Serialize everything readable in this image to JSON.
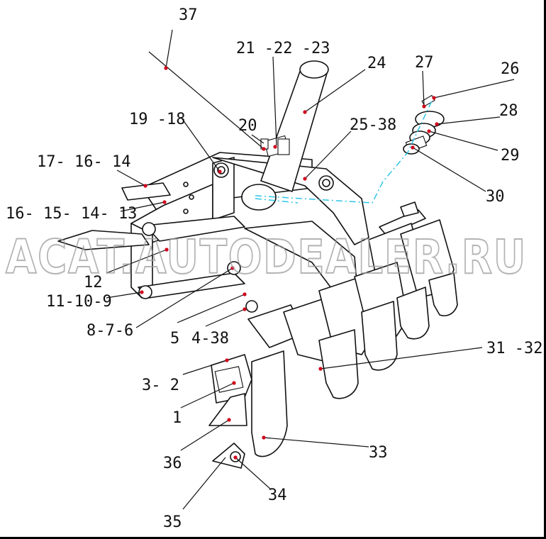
{
  "watermark": "ACAT.AUTODEALER.RU",
  "callouts": {
    "c37": "37",
    "c21": "21 -22 -23",
    "c24": "24",
    "c27": "27",
    "c26": "26",
    "c28": "28",
    "c20": "20",
    "c19": "19 -18",
    "c25": "25-38",
    "c29": "29",
    "c17": "17- 16- 14",
    "c30": "30",
    "c16": "16- 15- 14- 13",
    "c12": "12",
    "c11": "11-10-9",
    "c8": "8-7-6",
    "c5": "5",
    "c4": "4-38",
    "c31": "31 -32",
    "c3": "3- 2",
    "c1": "1",
    "c36": "36",
    "c33": "33",
    "c34": "34",
    "c35": "35"
  },
  "colors": {
    "line": "#111111",
    "hidden_line": "#2ec4e6",
    "marker": "#d0021b",
    "watermark": "#9b9b9b"
  }
}
